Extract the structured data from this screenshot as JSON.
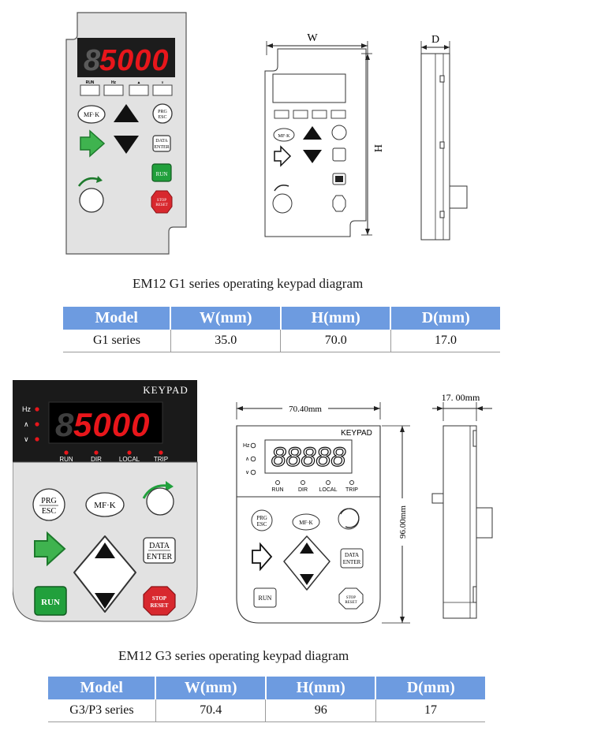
{
  "g1": {
    "display_value": "5000",
    "display_placeholder": "8",
    "indicator_labels": [
      "RUN",
      "Hz",
      "A",
      "V"
    ],
    "buttons": {
      "mfk": "MF·K",
      "prg_top": "PRG",
      "prg_bottom": "ESC",
      "data_top": "DATA",
      "data_bottom": "ENTER",
      "run": "RUN",
      "stop_top": "STOP",
      "stop_bottom": "RESET"
    },
    "dim_w": "W",
    "dim_h": "H",
    "dim_d": "D",
    "caption": "EM12 G1 series operating keypad diagram",
    "table": {
      "headers": [
        "Model",
        "W(mm)",
        "H(mm)",
        "D(mm)"
      ],
      "rows": [
        [
          "G1 series",
          "35.0",
          "70.0",
          "17.0"
        ]
      ]
    }
  },
  "g3": {
    "title": "KEYPAD",
    "display_value": "5000",
    "display_placeholder": "8",
    "outline_display": "88888",
    "unit_labels": [
      "Hz",
      "A",
      "V"
    ],
    "status_labels": [
      "RUN",
      "DIR",
      "LOCAL",
      "TRIP"
    ],
    "buttons": {
      "prg_top": "PRG",
      "prg_bottom": "ESC",
      "mfk": "MF·K",
      "data_top": "DATA",
      "data_bottom": "ENTER",
      "run": "RUN",
      "stop_top": "STOP",
      "stop_bottom": "RESET"
    },
    "dim_w": "70.40mm",
    "dim_h": "96.00mm",
    "dim_d": "17. 00mm",
    "caption": "EM12 G3 series operating keypad diagram",
    "table": {
      "headers": [
        "Model",
        "W(mm)",
        "H(mm)",
        "D(mm)"
      ],
      "rows": [
        [
          "G3/P3 series",
          "70.4",
          "96",
          "17"
        ]
      ]
    }
  },
  "colors": {
    "led_red": "#e8161b",
    "panel_gray": "#e4e4e4",
    "table_header": "#6d9be0",
    "run_green": "#21a03c",
    "stop_red": "#d8282e"
  }
}
